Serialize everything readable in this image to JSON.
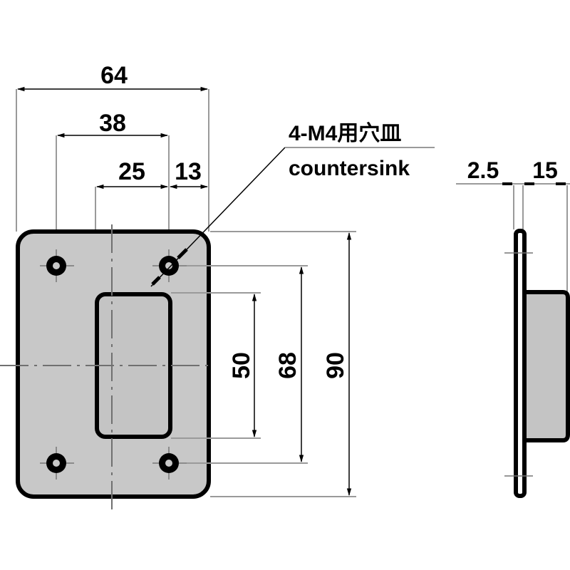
{
  "drawing": {
    "type": "technical-drawing",
    "colors": {
      "plate_fill": "#c8c8c8",
      "outline": "#000000",
      "dimension_line": "#9a9a9a",
      "center_line": "#707070",
      "background": "#ffffff"
    },
    "front_view": {
      "dimensions": {
        "overall_width": "64",
        "hole_spacing_x": "38",
        "recess_width": "25",
        "recess_offset": "13",
        "recess_height": "50",
        "hole_spacing_y": "68",
        "overall_height": "90"
      },
      "callout": {
        "line1": "4-M4用穴皿",
        "line2": "countersink"
      }
    },
    "side_view": {
      "dimensions": {
        "plate_thickness": "2.5",
        "recess_depth": "15"
      }
    }
  }
}
